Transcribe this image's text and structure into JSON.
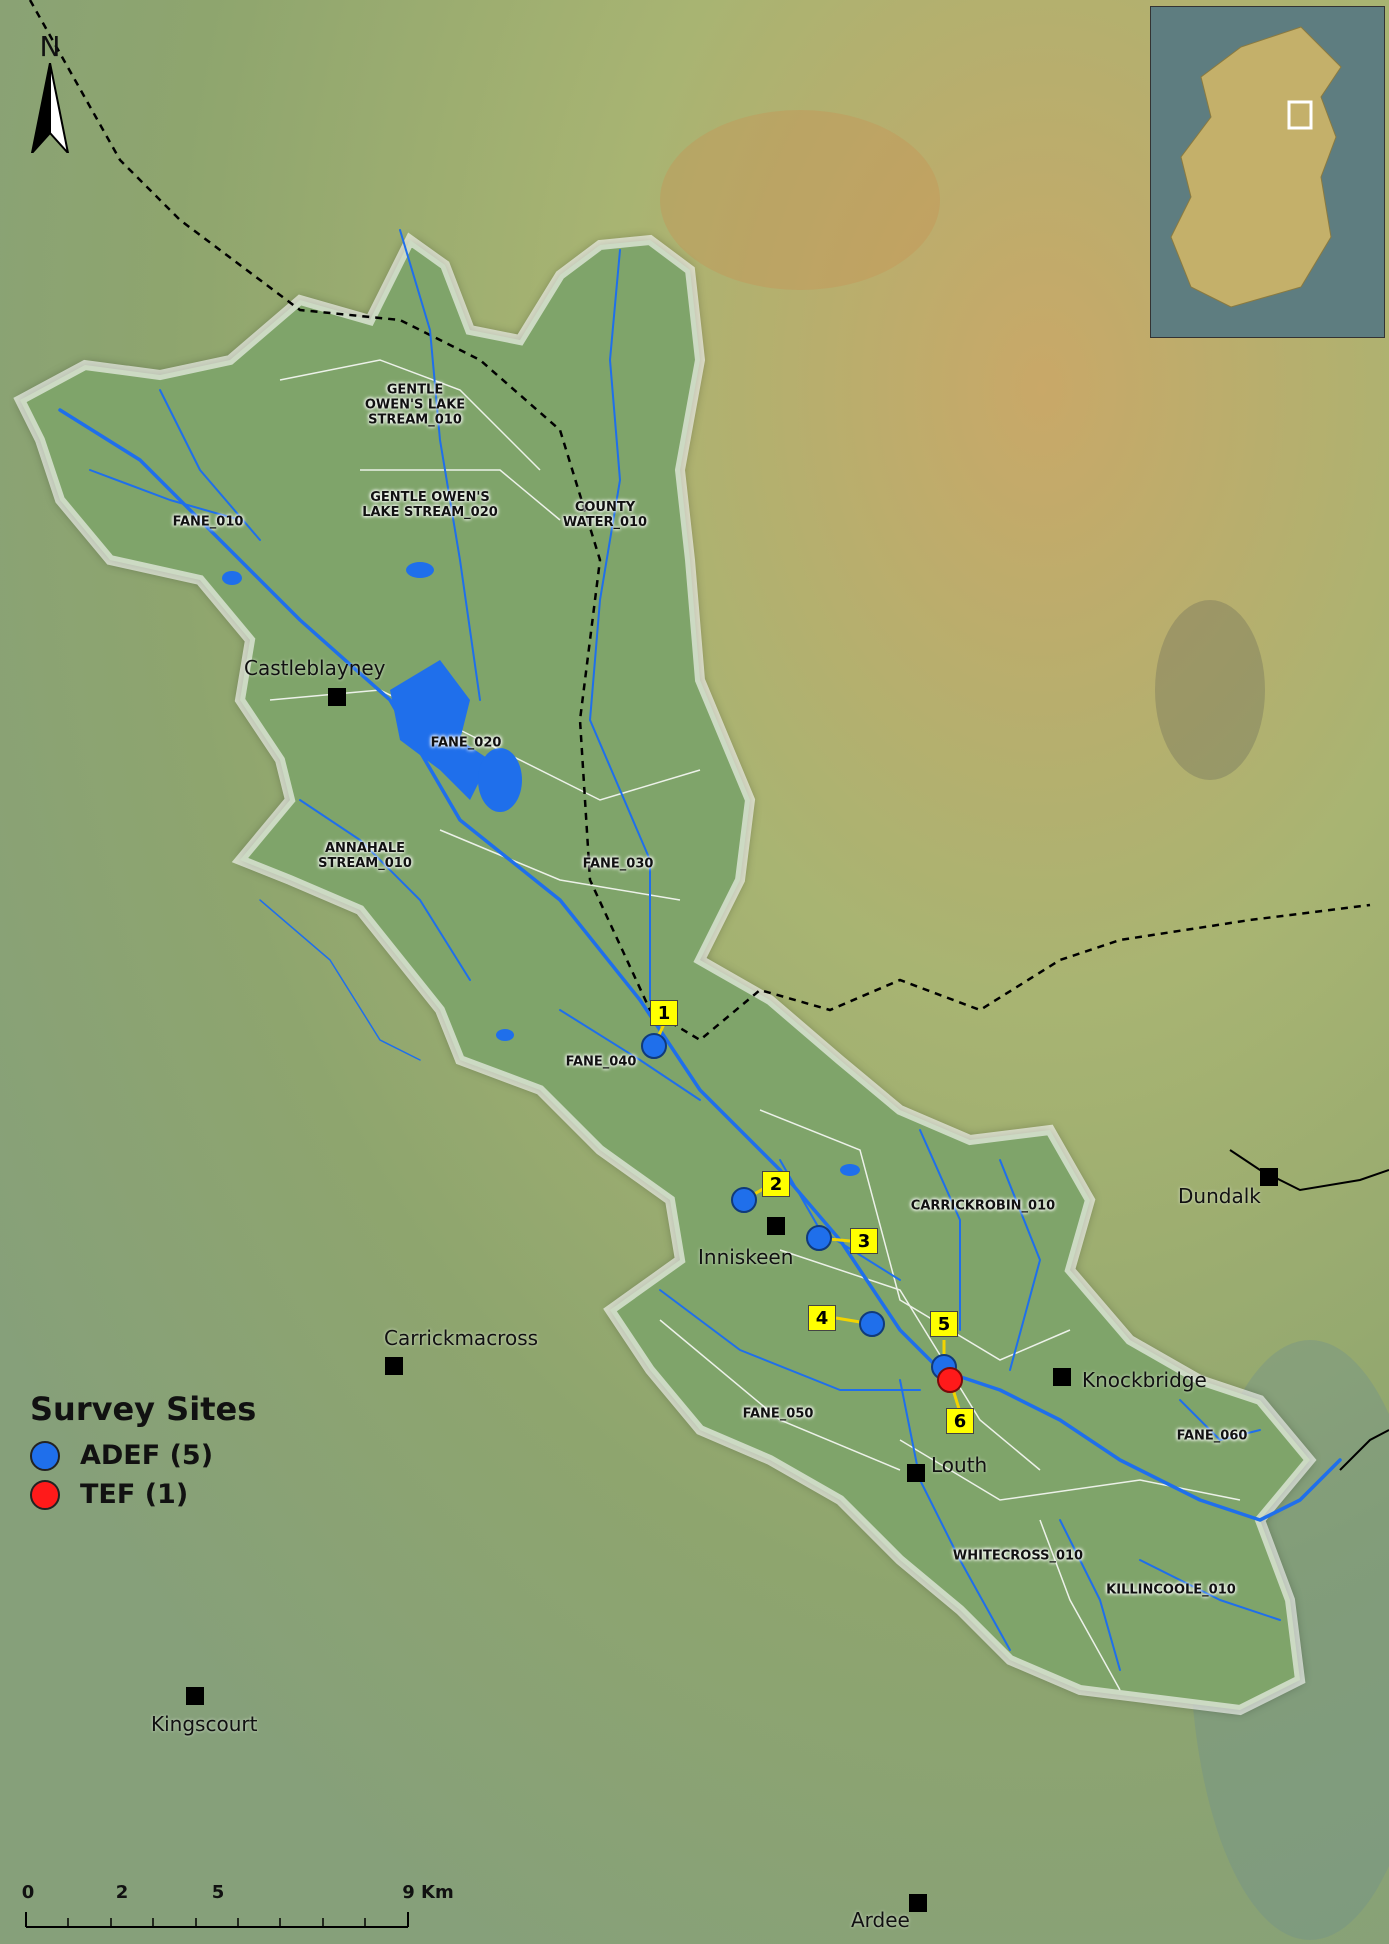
{
  "legend": {
    "title": "Survey Sites",
    "items": [
      {
        "label": "ADEF (5)",
        "color": "#1f6feb"
      },
      {
        "label": "TEF (1)",
        "color": "#ff1a1a"
      }
    ]
  },
  "north_label": "N",
  "waterbodies": [
    "GENTLE\nOWEN'S LAKE\nSTREAM_010",
    "GENTLE OWEN'S\nLAKE STREAM_020",
    "COUNTY\nWATER_010",
    "FANE_010",
    "FANE_020",
    "ANNAHALE\nSTREAM_010",
    "FANE_030",
    "FANE_040",
    "CARRICKROBIN_010",
    "FANE_050",
    "FANE_060",
    "WHITECROSS_010",
    "KILLINCOOLE_010"
  ],
  "towns": [
    "Castleblayney",
    "Inniskeen",
    "Carrickmacross",
    "Knockbridge",
    "Louth",
    "Dundalk",
    "Kingscourt",
    "Ardee"
  ],
  "sites": [
    {
      "label": "1",
      "type": "ADEF"
    },
    {
      "label": "2",
      "type": "ADEF"
    },
    {
      "label": "3",
      "type": "ADEF"
    },
    {
      "label": "4",
      "type": "ADEF"
    },
    {
      "label": "5",
      "type": "ADEF"
    },
    {
      "label": "6",
      "type": "TEF"
    }
  ],
  "scale_bar": {
    "ticks": [
      "0",
      "2",
      "5",
      "9 Km"
    ]
  },
  "colors": {
    "river": "#1f6feb",
    "catchment_fill": "#7fa46a",
    "boundary": "#000000",
    "label_tag": "#ffff00"
  }
}
